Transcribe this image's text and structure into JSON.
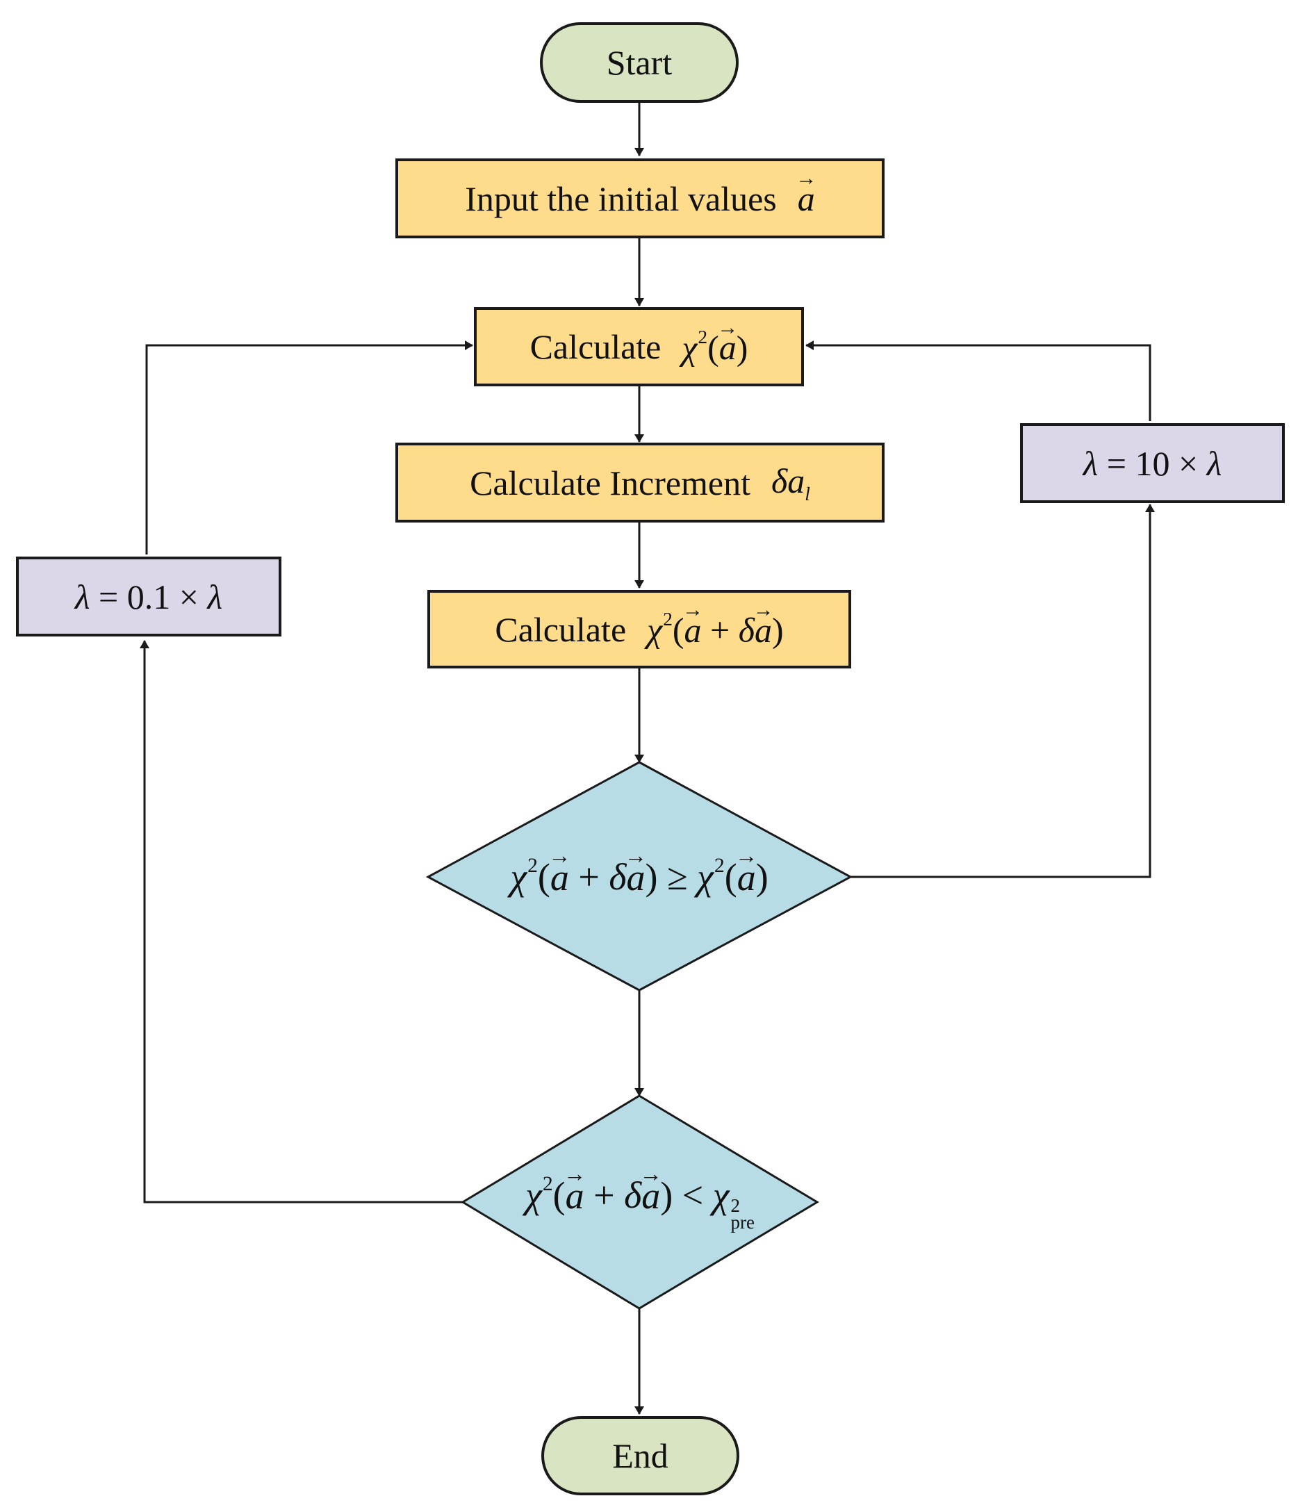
{
  "colors": {
    "terminal_fill": "#d9e4c3",
    "process_fill": "#fedc8c",
    "lambda_fill": "#dcd7e8",
    "decision_fill": "#b7dce6",
    "line": "#1a1a1a"
  },
  "nodes": {
    "start": {
      "label": "Start"
    },
    "input": {
      "label": "Input the initial values",
      "symbol": "a"
    },
    "calc_chi": {
      "label": "Calculate",
      "chi": "χ",
      "exp": "2",
      "arg": "a"
    },
    "increment": {
      "label": "Calculate Increment",
      "delta": "δa",
      "sub": "l"
    },
    "calc_chi_step": {
      "label": "Calculate",
      "chi": "χ",
      "exp": "2",
      "a": "a",
      "plus": "+",
      "delta": "δ"
    },
    "lambda_up": {
      "lambda": "λ",
      "eq": "=",
      "factor": "10",
      "times": "×"
    },
    "lambda_down": {
      "lambda": "λ",
      "eq": "=",
      "factor": "0.1",
      "times": "×"
    },
    "decision_1": {
      "chi": "χ",
      "exp": "2",
      "a": "a",
      "plus": "+",
      "delta": "δ",
      "relation": "≥"
    },
    "decision_2": {
      "chi": "χ",
      "exp": "2",
      "a": "a",
      "plus": "+",
      "delta": "δ",
      "relation": "<",
      "sub": "pre"
    },
    "end": {
      "label": "End"
    }
  }
}
